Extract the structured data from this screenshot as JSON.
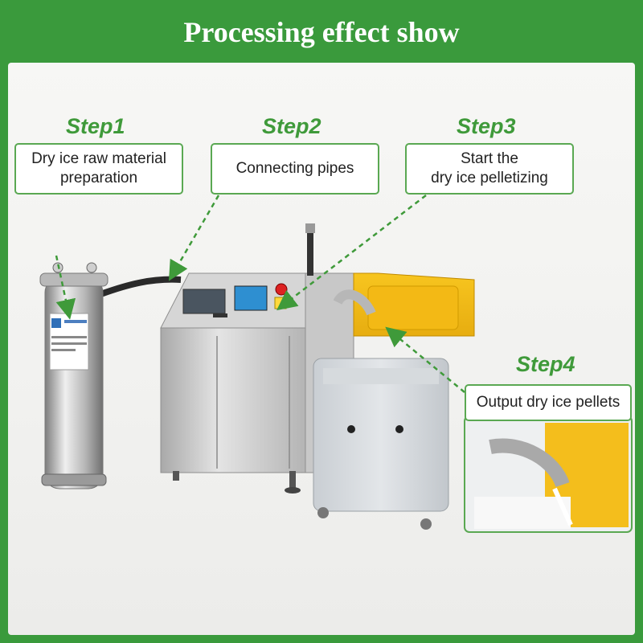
{
  "header": {
    "title": "Processing effect show"
  },
  "steps": [
    {
      "title": "Step1",
      "lines": [
        "Dry ice raw material",
        "preparation"
      ]
    },
    {
      "title": "Step2",
      "lines": [
        "Connecting pipes"
      ]
    },
    {
      "title": "Step3",
      "lines": [
        "Start the",
        "dry ice pelletizing"
      ]
    },
    {
      "title": "Step4",
      "lines": [
        "Output dry ice pellets"
      ]
    }
  ],
  "colors": {
    "background": "#3a9a3c",
    "accent": "#3f9a3a",
    "bin_lid": "#f5c21b"
  }
}
